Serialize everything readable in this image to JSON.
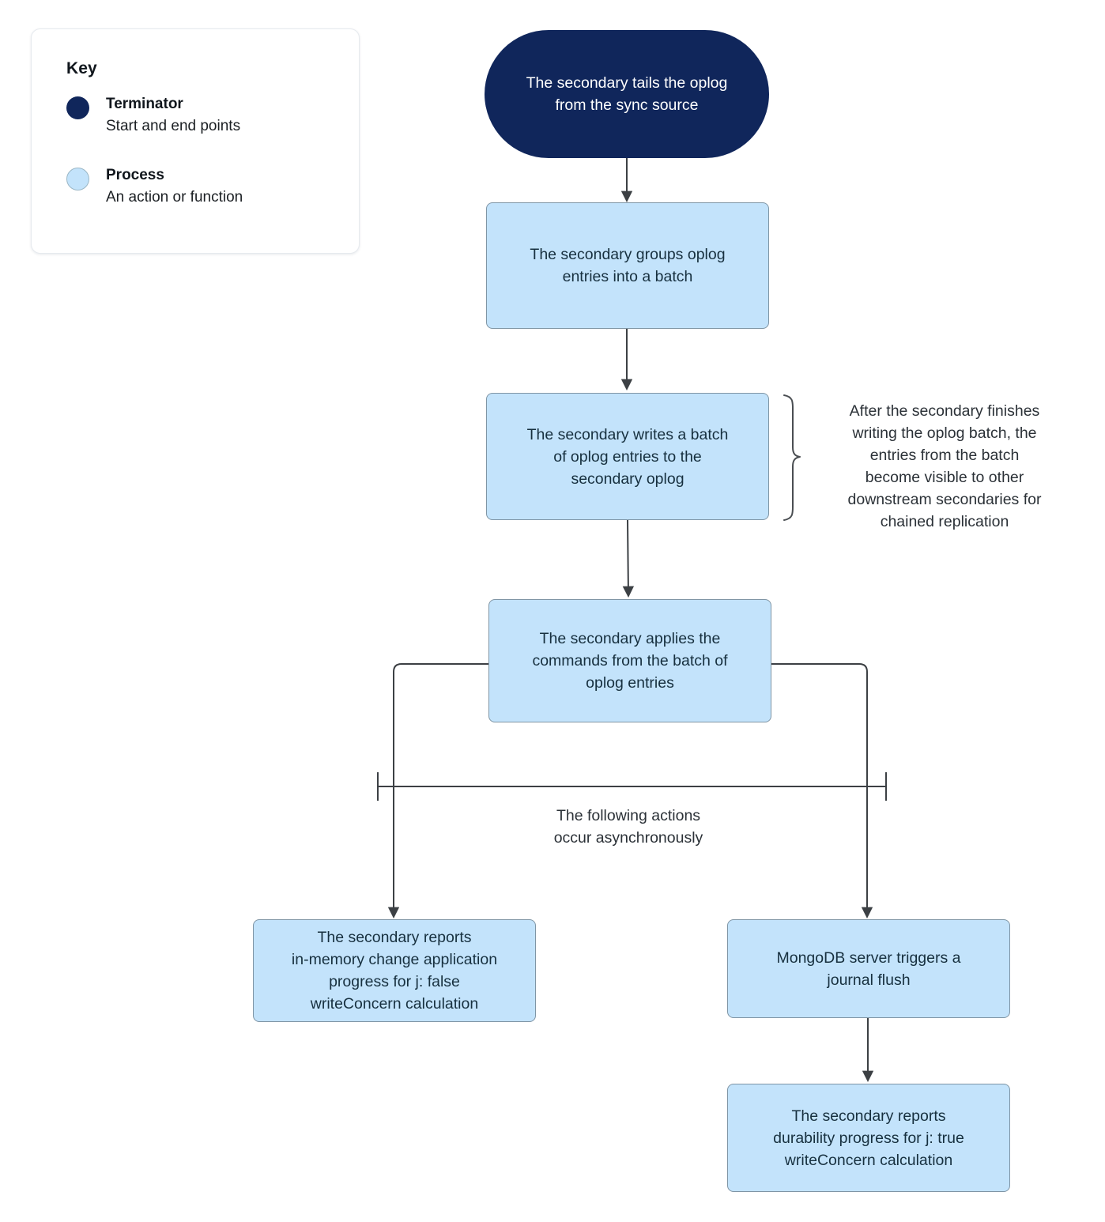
{
  "key": {
    "title": "Key",
    "items": [
      {
        "swatch": "terminator",
        "label": "Terminator",
        "description": "Start and end points",
        "color": "#10265b"
      },
      {
        "swatch": "process",
        "label": "Process",
        "description": "An action or function",
        "color": "#c3e3fb"
      }
    ]
  },
  "flow": {
    "nodes": [
      {
        "id": "tail-oplog",
        "type": "terminator",
        "text": "The secondary tails the oplog\nfrom the sync source"
      },
      {
        "id": "group-entries",
        "type": "process",
        "text": "The secondary groups oplog\nentries into a batch"
      },
      {
        "id": "write-batch",
        "type": "process",
        "text": "The secondary writes a batch\nof oplog entries to the\nsecondary oplog"
      },
      {
        "id": "apply-commands",
        "type": "process",
        "text": "The secondary applies the\ncommands from the batch of\noplog entries"
      },
      {
        "id": "report-in-memory",
        "type": "process",
        "text": "The secondary reports\nin-memory change application\nprogress for j: false\nwriteConcern calculation"
      },
      {
        "id": "journal-flush",
        "type": "process",
        "text": "MongoDB server triggers a\njournal flush"
      },
      {
        "id": "report-durability",
        "type": "process",
        "text": "The secondary reports\ndurability progress for j: true\nwriteConcern calculation"
      }
    ],
    "annotations": [
      {
        "id": "chained-replication-note",
        "text": "After the secondary finishes\nwriting the oplog batch, the\nentries from the batch\nbecome visible to other\ndownstream secondaries for\nchained replication"
      },
      {
        "id": "async-note",
        "text": "The following actions\noccur asynchronously"
      }
    ]
  },
  "colors": {
    "terminator_fill": "#10265b",
    "terminator_text": "#ffffff",
    "process_fill": "#c3e3fb",
    "process_border": "#7f95a5",
    "process_text": "#17303f",
    "connector": "#3c4044",
    "annotation_text": "#2b3137",
    "background": "#ffffff"
  }
}
